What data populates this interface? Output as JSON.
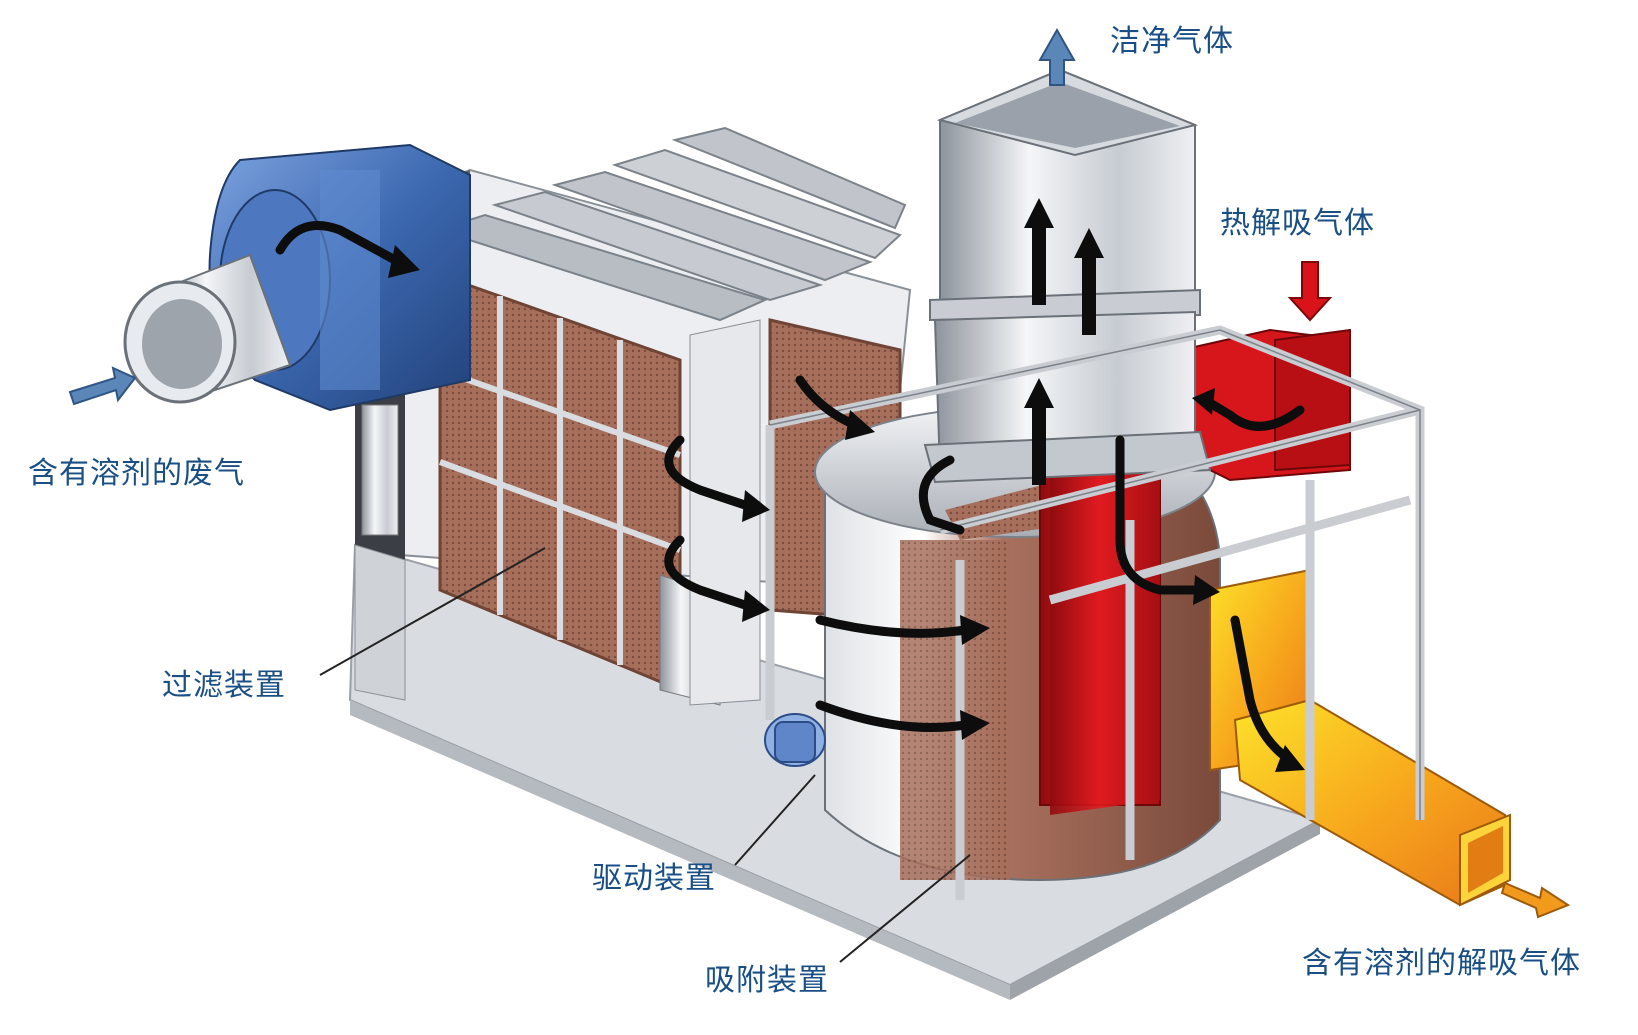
{
  "labels": {
    "clean_gas": "洁净气体",
    "desorption_gas_in": "热解吸气体",
    "solvent_exhaust_in": "含有溶剂的废气",
    "filter_device": "过滤装置",
    "drive_device": "驱动装置",
    "adsorption_device": "吸附装置",
    "solvent_desorption_gas_out": "含有溶剂的解吸气体"
  },
  "colors": {
    "label_text": "#1a4f86",
    "leader_line": "#222222",
    "flow_arrow": "#0d0d0d",
    "inlet_arrow": "#5b86b8",
    "hot_duct": "#d8141a",
    "outlet_duct": "#f4a21c",
    "adsorbent": "#a8705e",
    "frame": "#c9ccd1",
    "fan": "#3c68b0"
  }
}
